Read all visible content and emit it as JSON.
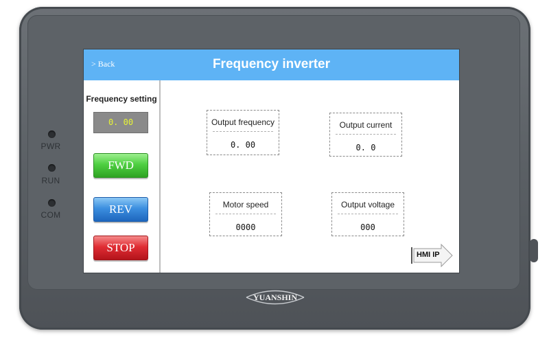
{
  "leds": [
    {
      "label": "PWR"
    },
    {
      "label": "RUN"
    },
    {
      "label": "COM"
    }
  ],
  "screen": {
    "back_label": "> Back",
    "title": "Frequency inverter",
    "accent_color": "#5eb3f5"
  },
  "left_panel": {
    "frequency_setting_label": "Frequency setting",
    "frequency_value": "0. 00",
    "fwd_label": "FWD",
    "rev_label": "REV",
    "stop_label": "STOP"
  },
  "readouts": {
    "output_frequency": {
      "label": "Output frequency",
      "value": "0. 00"
    },
    "output_current": {
      "label": "Output current",
      "value": "0. 0"
    },
    "motor_speed": {
      "label": "Motor speed",
      "value": "0000"
    },
    "output_voltage": {
      "label": "Output voltage",
      "value": "000"
    }
  },
  "hmi_button": {
    "label": "HMI IP",
    "icon": "arrow-right-icon"
  },
  "brand": {
    "logo_text": "YUANSHIN"
  }
}
